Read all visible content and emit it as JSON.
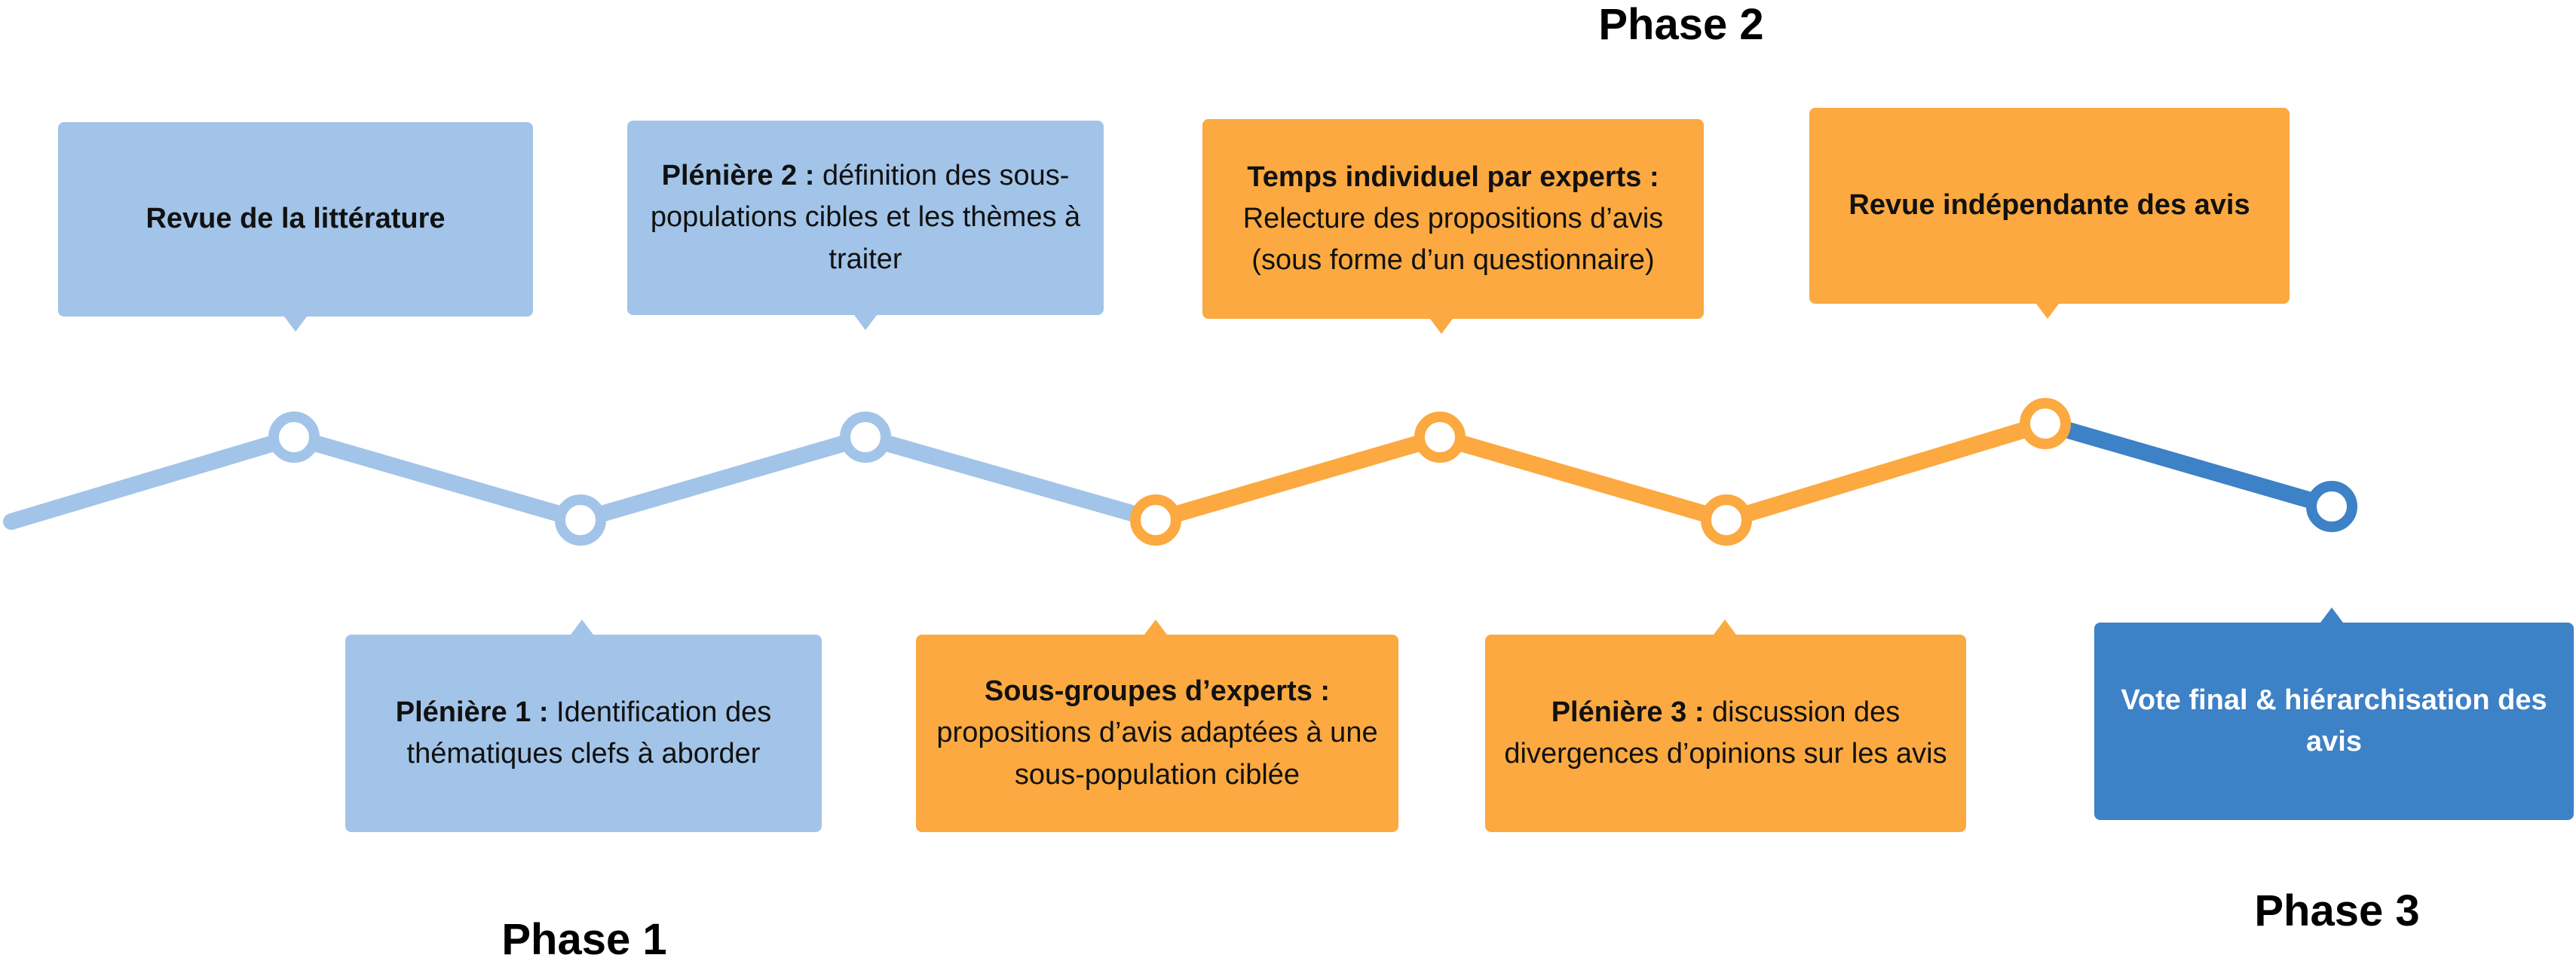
{
  "colors": {
    "phase1": "#a2c4e8",
    "phase2": "#fba940",
    "phase3": "#3d81c6"
  },
  "phases": {
    "phase1": "Phase 1",
    "phase2": "Phase 2",
    "phase3": "Phase 3"
  },
  "steps": [
    {
      "id": "revue-litterature",
      "bold": "Revue de la littérature",
      "text": "",
      "phase": "phase1"
    },
    {
      "id": "pleniere-1",
      "bold": "Plénière 1 :",
      "text": " Identification des thématiques clefs à aborder",
      "phase": "phase1"
    },
    {
      "id": "pleniere-2",
      "bold": "Plénière 2 :",
      "text": " définition des sous-populations cibles et les thèmes à traiter",
      "phase": "phase1"
    },
    {
      "id": "sous-groupes",
      "bold": "Sous-groupes d’experts :",
      "text": " propositions d’avis adaptées à une sous-population ciblée",
      "phase": "phase2"
    },
    {
      "id": "temps-individuel",
      "bold": "Temps individuel par experts :",
      "text": " Relecture des propositions d’avis (sous forme d’un questionnaire)",
      "phase": "phase2"
    },
    {
      "id": "pleniere-3",
      "bold": "Plénière 3 :",
      "text": " discussion des divergences d’opinions sur les avis",
      "phase": "phase2"
    },
    {
      "id": "revue-independante",
      "bold": "Revue indépendante des avis",
      "text": "",
      "phase": "phase2"
    },
    {
      "id": "vote-final",
      "bold": "Vote final & hiérarchisation des avis",
      "text": "",
      "phase": "phase3"
    }
  ]
}
